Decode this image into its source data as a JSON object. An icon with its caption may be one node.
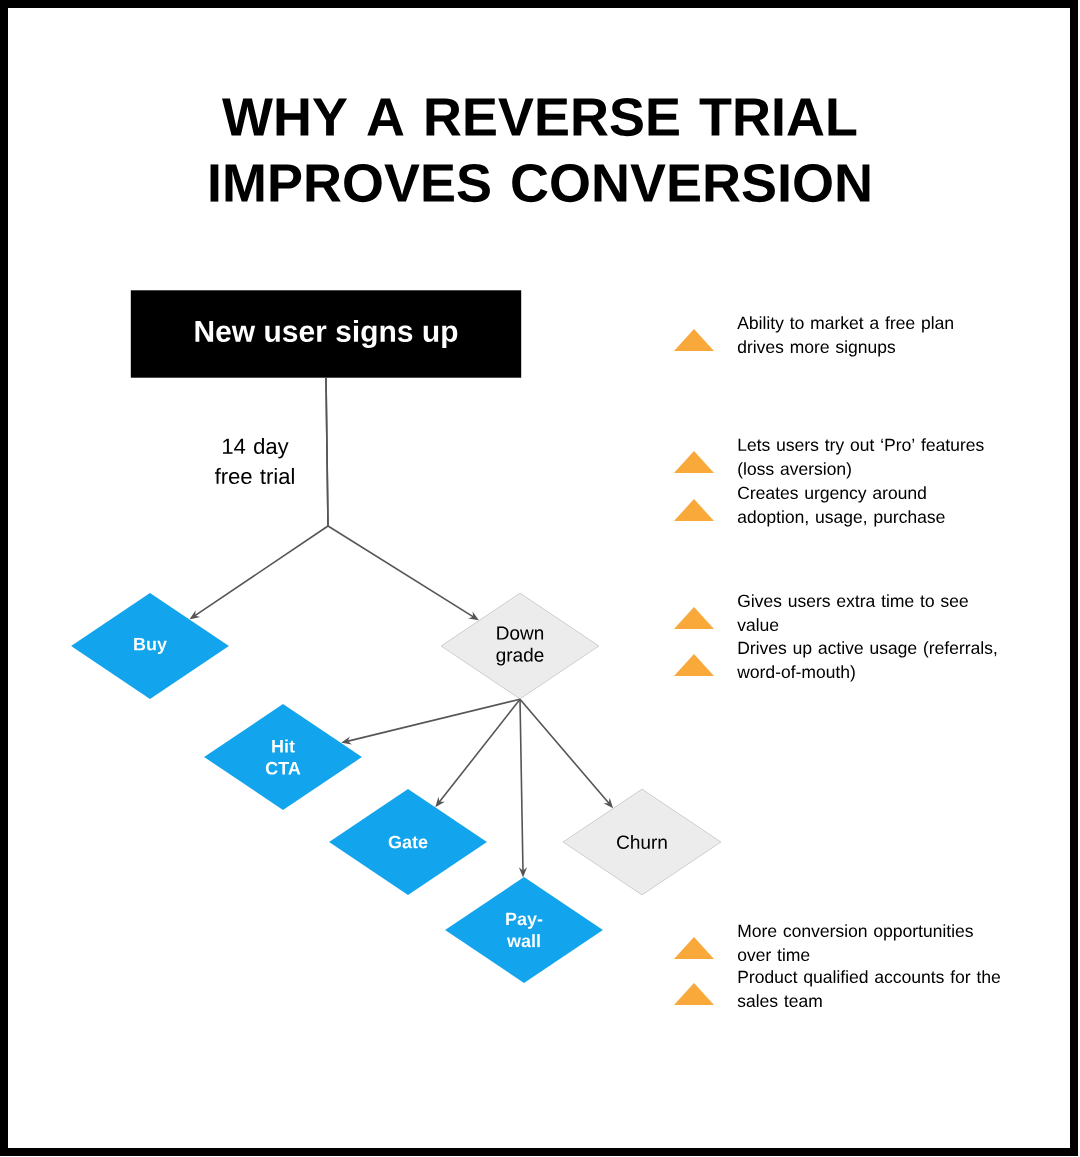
{
  "diagram": {
    "title": "WHY A REVERSE TRIAL IMPROVES CONVERSION",
    "nodes": [
      {
        "text": [
          "New user signs up"
        ]
      },
      {
        "text": [
          "Buy"
        ]
      },
      {
        "text": [
          "Down grade"
        ]
      },
      {
        "text": [
          "Hit CTA"
        ]
      },
      {
        "text": [
          "Gate"
        ]
      },
      {
        "text": [
          "Pay- wall"
        ]
      },
      {
        "text": [
          "Churn"
        ]
      }
    ],
    "edges": [
      {
        "from": 0,
        "to": 1,
        "arrow": "to",
        "label": "14 day free trial"
      },
      {
        "from": 0,
        "to": 2,
        "arrow": "to"
      },
      {
        "from": 2,
        "to": 3,
        "arrow": "to"
      },
      {
        "from": 2,
        "to": 4,
        "arrow": "to"
      },
      {
        "from": 2,
        "to": 5,
        "arrow": "to"
      },
      {
        "from": 2,
        "to": 6,
        "arrow": "to"
      }
    ],
    "labels": [
      "Ability to market a free plan drives more signups",
      "Lets users try out ‘Pro’ features (loss aversion)",
      "Creates urgency around adoption, usage, purchase",
      "Gives users extra time to see value",
      "Drives up active usage (referrals, word-of-mouth)",
      "More conversion opportunities over time",
      "Product qualified accounts for the sales team"
    ]
  }
}
